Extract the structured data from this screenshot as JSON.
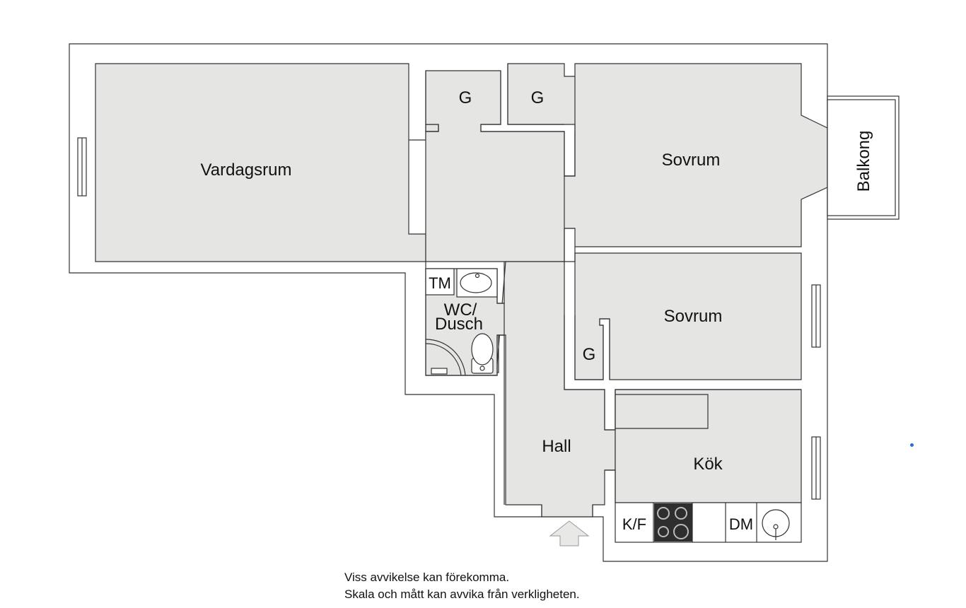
{
  "colors": {
    "room_fill": "#e5e5e3",
    "wall": "#333333",
    "background": "#ffffff",
    "stove": "#2e2e2e",
    "entrance_arrow": "#e8e8e6",
    "dot": "#2b6fd6"
  },
  "rooms": {
    "living": "Vardagsrum",
    "bedroom1": "Sovrum",
    "bedroom2": "Sovrum",
    "closet1": "G",
    "closet2": "G",
    "closet3": "G",
    "balcony": "Balkong",
    "washer": "TM",
    "bathroom_line1": "WC/",
    "bathroom_line2": "Dusch",
    "hall": "Hall",
    "kitchen": "Kök",
    "fridge": "K/F",
    "dishwasher": "DM"
  },
  "icons": {
    "stove": "stove-icon",
    "sink": "sink-icon",
    "toilet": "toilet-icon",
    "washbasin": "washbasin-icon",
    "shower_mixer": "shower-mixer-icon",
    "entrance": "entrance-arrow-icon"
  },
  "disclaimer": {
    "line1": "Viss avvikelse kan förekomma.",
    "line2": "Skala och mått kan avvika från verkligheten."
  }
}
